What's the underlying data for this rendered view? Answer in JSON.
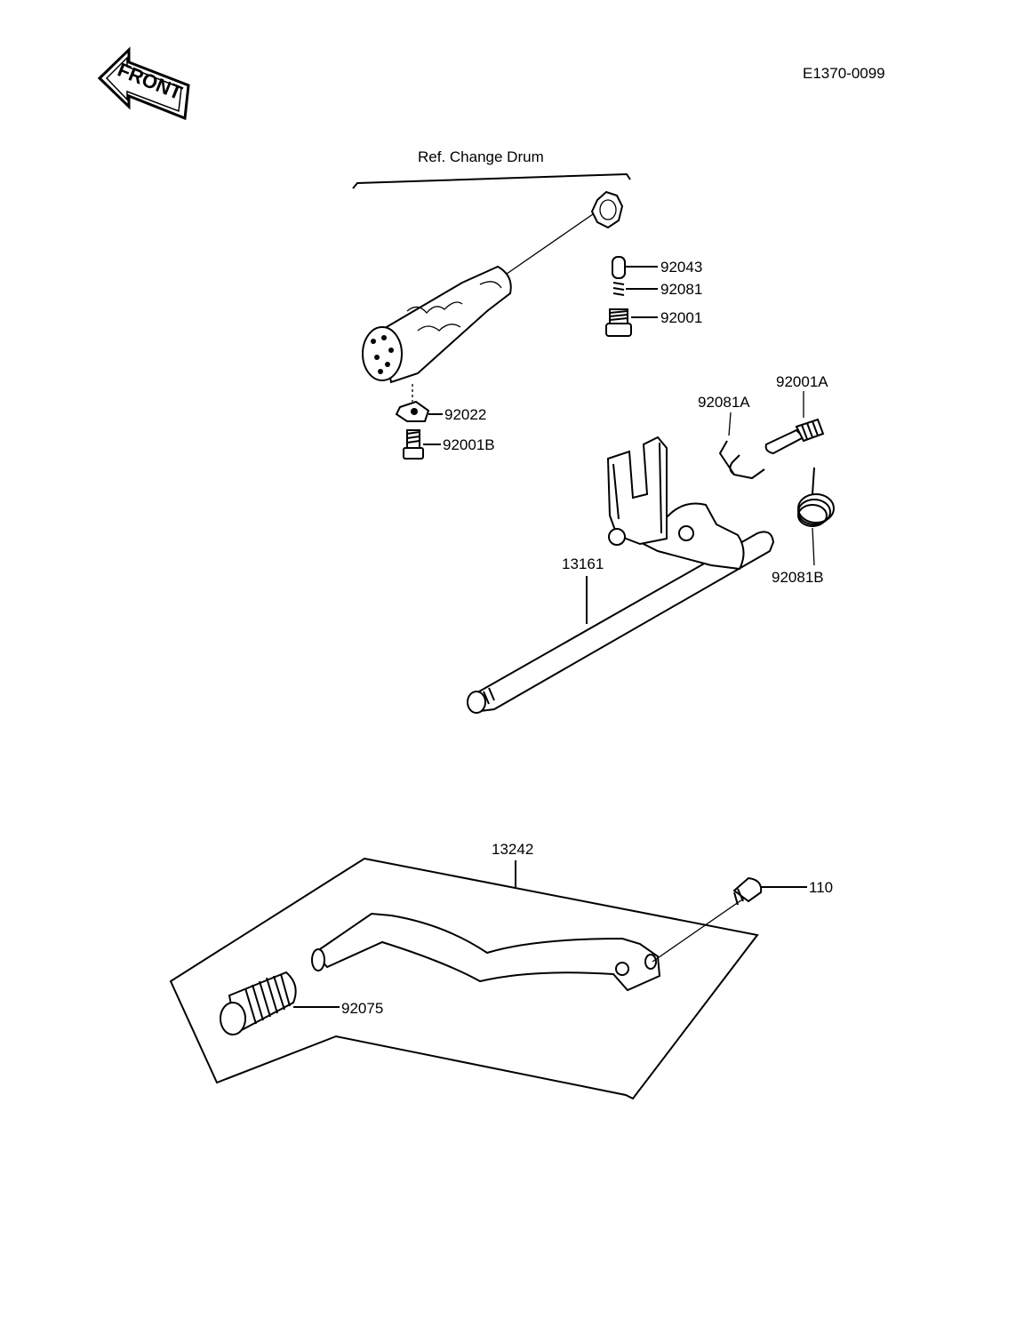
{
  "front_badge": "FRONT",
  "diagram_code": "E1370-0099",
  "ref_label": "Ref.  Change Drum",
  "parts": {
    "p92043": "92043",
    "p92081": "92081",
    "p92001": "92001",
    "p92022": "92022",
    "p92001B": "92001B",
    "p92081A": "92081A",
    "p92001A": "92001A",
    "p92081B": "92081B",
    "p13161": "13161",
    "p13242": "13242",
    "p110": "110",
    "p92075": "92075"
  }
}
